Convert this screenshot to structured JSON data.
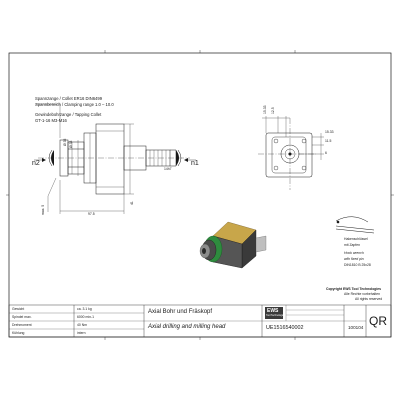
{
  "collet": {
    "line1": "Spannzange / Collet  ER16  DIN6499",
    "line2": "Spannbereich / Clamping range 1.0 – 10.0",
    "line3": "Gewindebohrzange / Tapping Collet",
    "line4": "GT-1-16  M3-M16"
  },
  "dims_front": {
    "d1": "Ø 35",
    "d2": "Ø 33",
    "d3": "14h7",
    "length": "97.5",
    "height": "41",
    "stroke": "max. 5"
  },
  "views": {
    "left": "n2",
    "right": "n1"
  },
  "dims_side": {
    "top_a": "15.33",
    "top_b": "12.5",
    "r1": "15.33",
    "r2": "11.5",
    "r3": "6"
  },
  "accessory": {
    "line1": "Hakenschlüssel",
    "line2": "mit Zapfen",
    "line3": "Hook wrench",
    "line4": "with fixed pin",
    "line5": "DIN1810 B 25x28"
  },
  "copyright": {
    "line1": "Copyright EWS Tool Technologies",
    "line2": "Alle Rechte vorbehalten",
    "line3": "All rights reserved"
  },
  "title_block": {
    "col_a": [
      "Gewicht",
      "Spindel max.",
      "Drehmoment",
      "Kühlung"
    ],
    "col_b": [
      "ca. 3.1 kg",
      "6000 min-1",
      "40 Nm",
      "intern"
    ],
    "title_de": "Axial Bohr und Fräskopf",
    "title_en": "Axial drilling and milling head",
    "part_no": "UE1516540002",
    "code": "100104",
    "qr_label": "QR",
    "brand": "EWS",
    "brand_sub": "Tool Technologies"
  },
  "colors": {
    "line": "#1a1a1a",
    "accent_green": "#2e8b3e",
    "body_dark": "#3a3a3a",
    "body_gold": "#c8a64a"
  }
}
